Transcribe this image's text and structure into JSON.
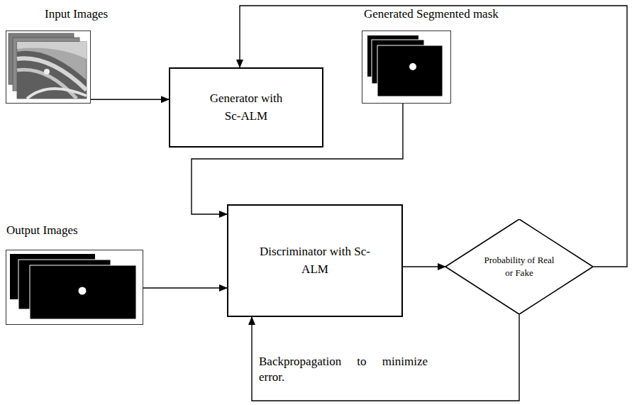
{
  "diagram": {
    "nodes": [
      {
        "text": [
          "Input Images"
        ]
      },
      {
        "text": [
          "Generator with Sc-ALM"
        ]
      },
      {
        "text": [
          "Generated Segmented mask"
        ]
      },
      {
        "text": [
          "Output Images"
        ]
      },
      {
        "text": [
          "Discriminator with Sc-ALM"
        ]
      },
      {
        "text": [
          "Probability of Real or Fake"
        ]
      }
    ],
    "edges": [
      {
        "from": 0,
        "to": 1,
        "arrow": "to"
      },
      {
        "from": 2,
        "to": 4,
        "arrow": "to"
      },
      {
        "from": 3,
        "to": 4,
        "arrow": "to"
      },
      {
        "from": 4,
        "to": 5,
        "arrow": "to"
      },
      {
        "from": 5,
        "to": 1,
        "arrow": "to"
      },
      {
        "from": 5,
        "to": 4,
        "label": "Backpropagation to minimize error.",
        "arrow": "to"
      }
    ]
  }
}
